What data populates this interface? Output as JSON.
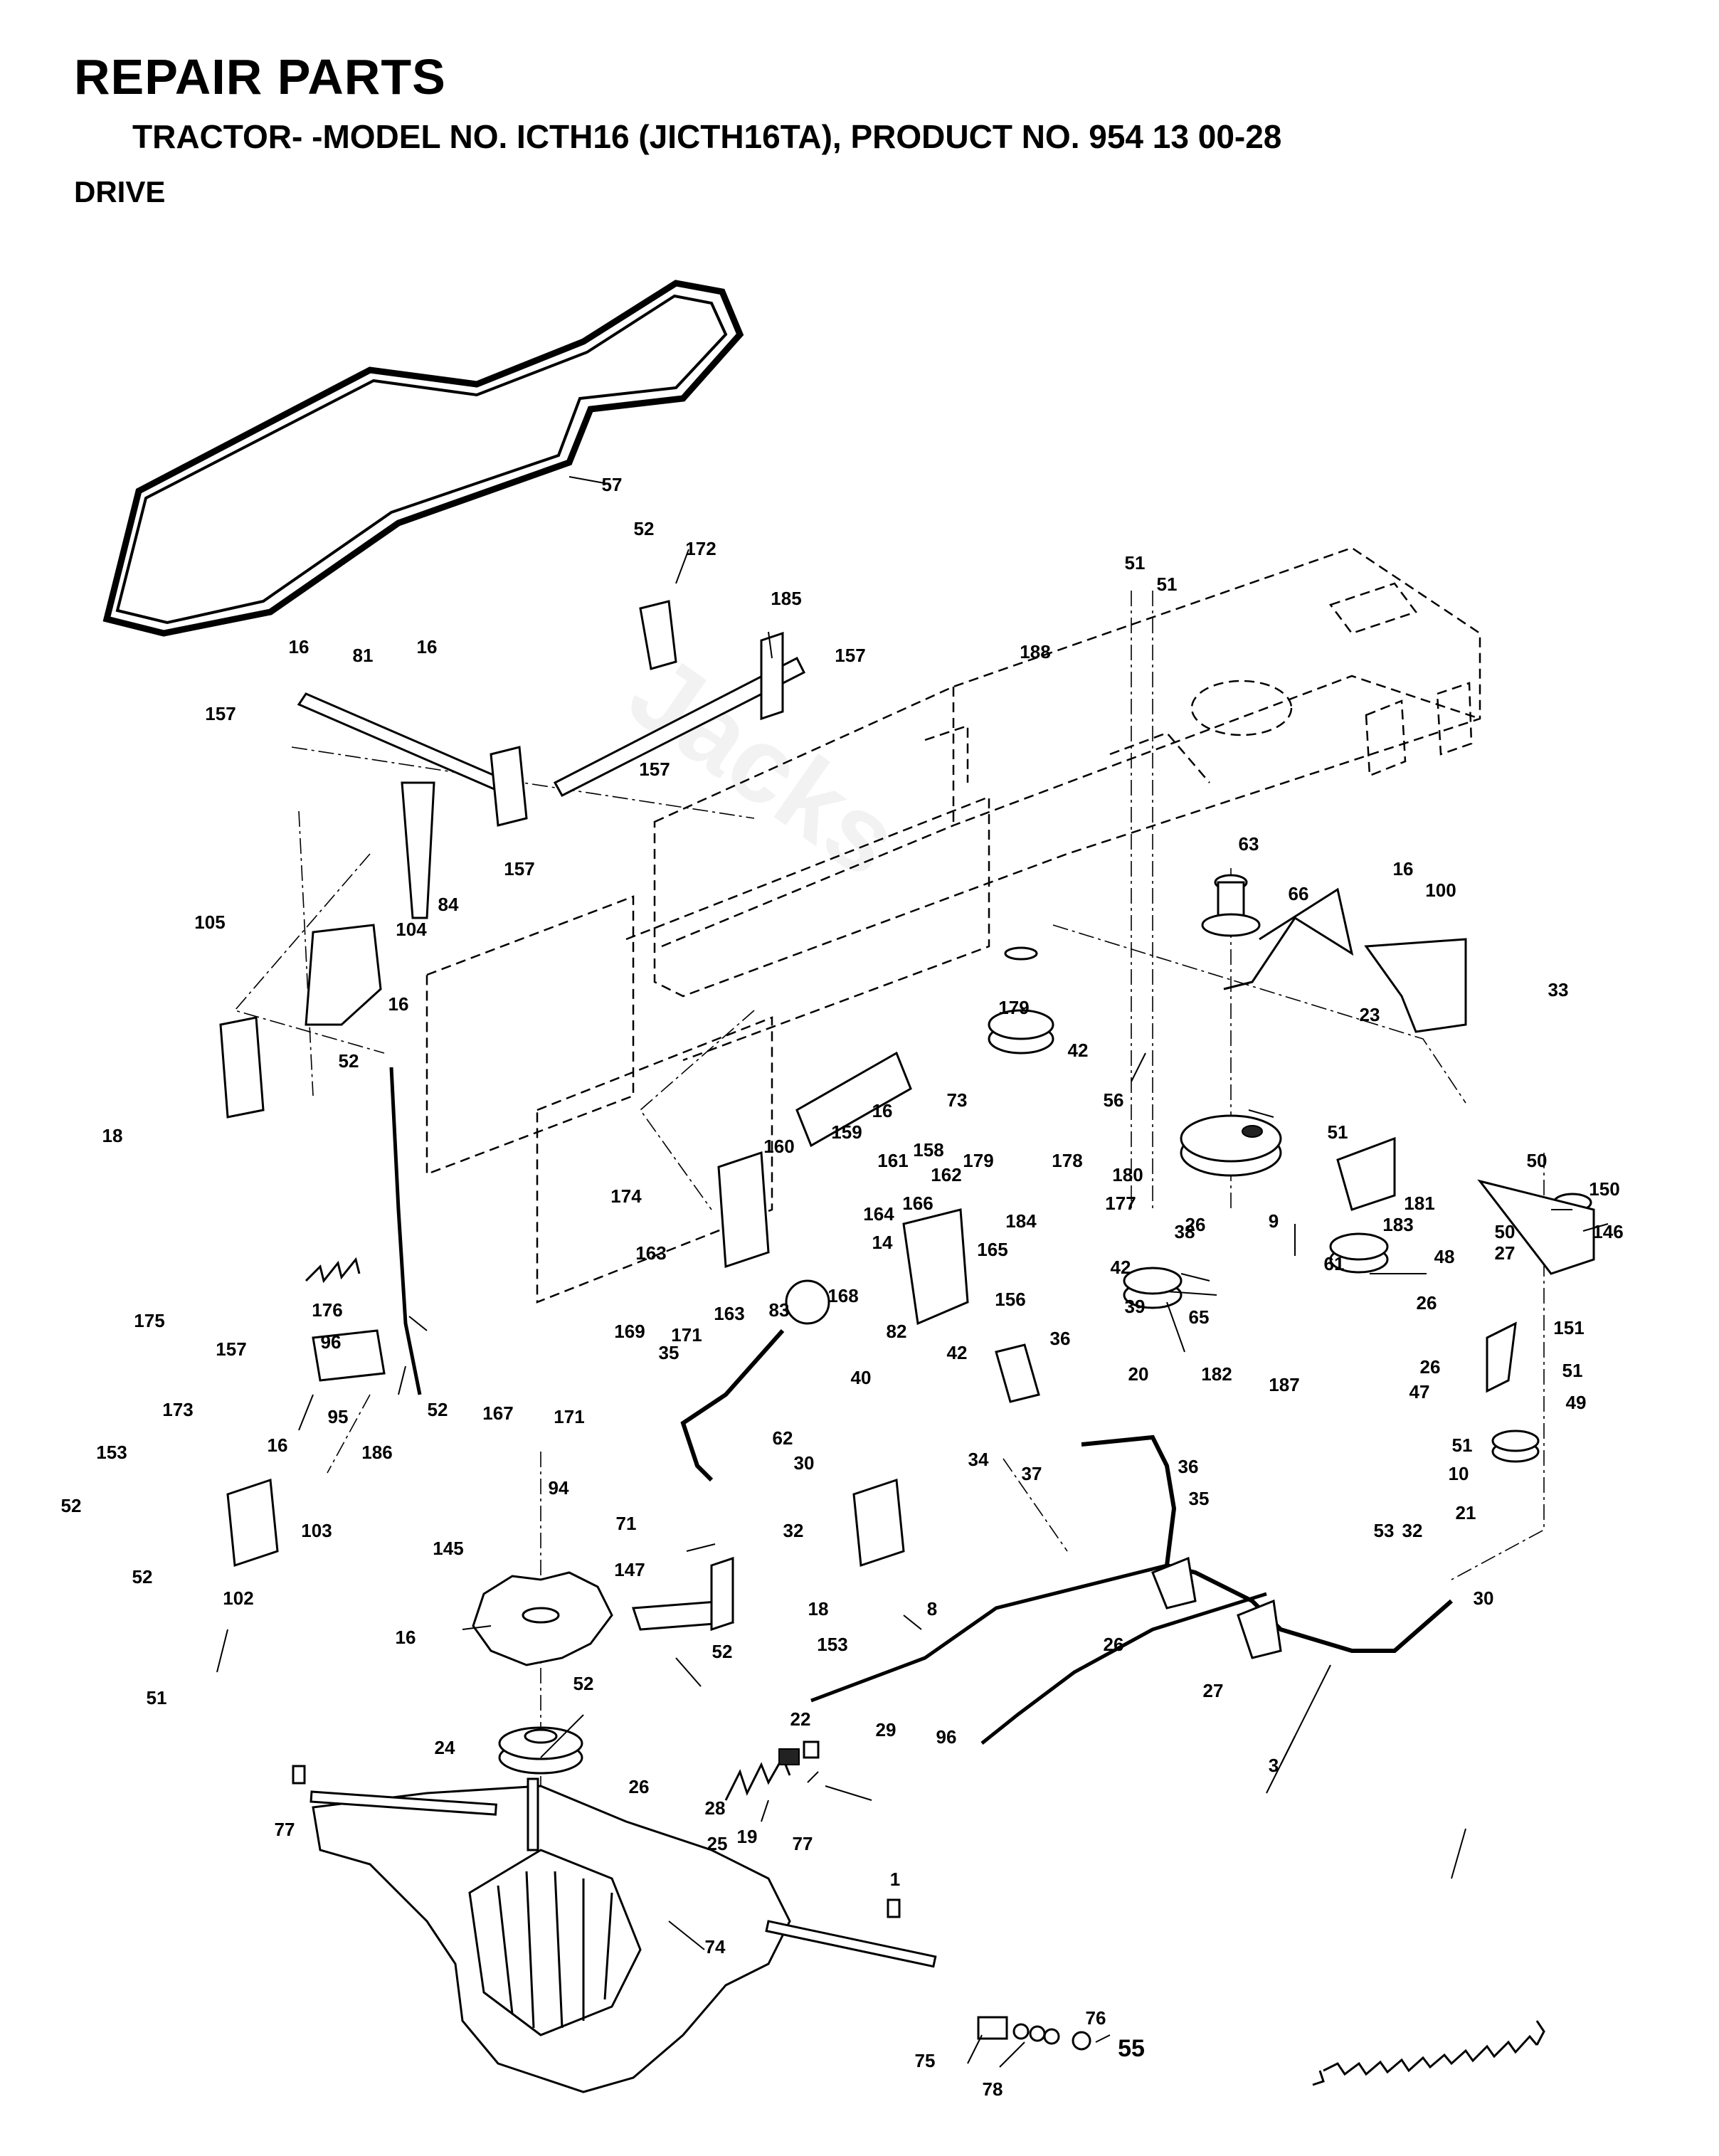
{
  "header": {
    "title": "REPAIR PARTS",
    "subtitle": "TRACTOR- -MODEL NO. ICTH16 (JICTH16TA), PRODUCT NO. 954 13 00-28",
    "section": "DRIVE"
  },
  "callouts": [
    "57",
    "52",
    "172",
    "185",
    "16",
    "81",
    "16",
    "157",
    "157",
    "157",
    "157",
    "188",
    "51",
    "51",
    "63",
    "66",
    "16",
    "100",
    "105",
    "104",
    "84",
    "16",
    "52",
    "179",
    "42",
    "56",
    "33",
    "23",
    "18",
    "51",
    "16",
    "73",
    "159",
    "161",
    "160",
    "158",
    "162",
    "164",
    "14",
    "179",
    "178",
    "180",
    "26",
    "184",
    "177",
    "9",
    "61",
    "181",
    "50",
    "50",
    "150",
    "146",
    "175",
    "176",
    "96",
    "157",
    "173",
    "95",
    "52",
    "186",
    "174",
    "163",
    "169",
    "171",
    "167",
    "171",
    "163",
    "83",
    "168",
    "166",
    "165",
    "156",
    "82",
    "42",
    "40",
    "38",
    "42",
    "39",
    "65",
    "20",
    "182",
    "183",
    "48",
    "27",
    "26",
    "187",
    "151",
    "51",
    "49",
    "47",
    "26",
    "51",
    "10",
    "21",
    "35",
    "62",
    "36",
    "34",
    "37",
    "36",
    "35",
    "53",
    "32",
    "30",
    "153",
    "16",
    "52",
    "52",
    "103",
    "102",
    "94",
    "145",
    "16",
    "51",
    "147",
    "71",
    "52",
    "52",
    "30",
    "32",
    "18",
    "153",
    "8",
    "28",
    "26",
    "27",
    "3",
    "24",
    "22",
    "29",
    "96",
    "26",
    "25",
    "19",
    "77",
    "77",
    "1",
    "74",
    "75",
    "78",
    "76",
    "55"
  ]
}
